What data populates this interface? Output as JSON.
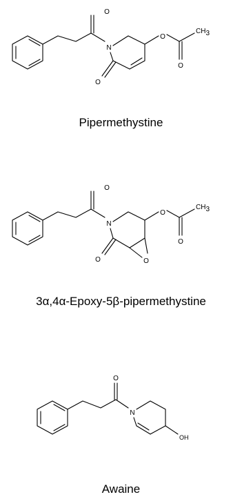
{
  "molecules": [
    {
      "name": "Pipermethystine",
      "atoms": {
        "o": "O",
        "n": "N",
        "ch": "CH",
        "three": "3"
      }
    },
    {
      "name": "3α,4α-Epoxy-5β-pipermethystine",
      "atoms": {
        "o": "O",
        "n": "N",
        "ch": "CH",
        "three": "3"
      }
    },
    {
      "name": "Awaine",
      "atoms": {
        "o": "O",
        "n": "N",
        "oh": "OH"
      }
    }
  ]
}
